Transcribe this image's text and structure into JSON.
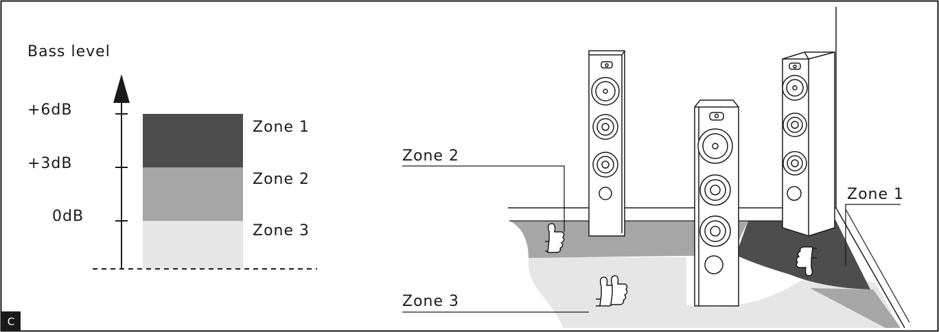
{
  "figure_label": "C",
  "chart": {
    "axis_title": "Bass level",
    "ticks": [
      "+6dB",
      "+3dB",
      "0dB"
    ],
    "zones": [
      {
        "label": "Zone 1",
        "color": "#4d4d4d"
      },
      {
        "label": "Zone 2",
        "color": "#a6a6a6"
      },
      {
        "label": "Zone 3",
        "color": "#e6e6e6"
      }
    ]
  },
  "room": {
    "callout_zone1": "Zone 1",
    "callout_zone2": "Zone 2",
    "callout_zone3": "Zone 3",
    "colors": {
      "zone1": "#4d4d4d",
      "zone2": "#a6a6a6",
      "zone3": "#e6e6e6",
      "line": "#1a1a1a"
    }
  },
  "icons": [
    "thumbs-up-icon",
    "double-thumbs-up-icon",
    "thumbs-down-icon",
    "floor-standing-speaker-icon"
  ]
}
